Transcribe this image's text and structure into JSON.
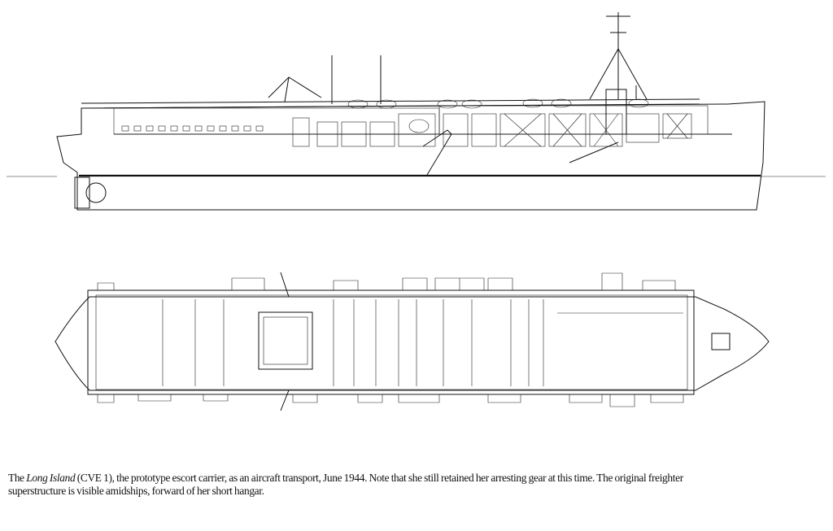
{
  "figure": {
    "profile_view": "side-elevation",
    "plan_view": "flight-deck-plan"
  },
  "caption": {
    "lead": "The ",
    "ship_name": "Long Island",
    "rest_line1": " (CVE 1), the prototype escort carrier, as an aircraft transport, June 1944. Note that she still retained her arresting gear at this time. The original freighter",
    "line2": "superstructure is visible amidships, forward of her short hangar."
  }
}
